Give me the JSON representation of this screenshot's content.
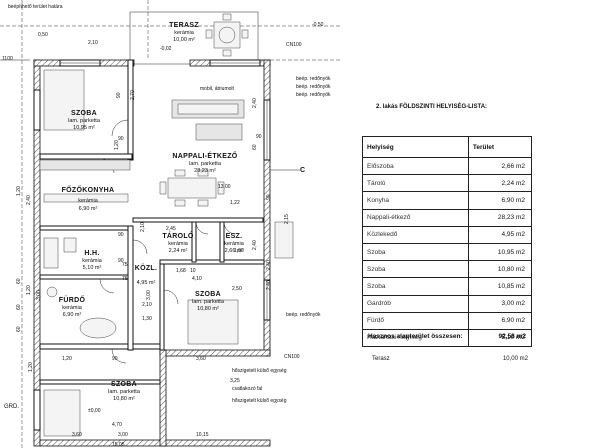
{
  "plan": {
    "rooms": [
      {
        "name": "SZOBA",
        "floor": "lam. parketta",
        "area": "10,95 m²"
      },
      {
        "name": "FŐZŐKONYHA",
        "floor": "kerámia",
        "area": "6,90 m²"
      },
      {
        "name": "H.H.",
        "floor": "kerámia",
        "area": "5,10 m²"
      },
      {
        "name": "FÜRDŐ",
        "floor": "kerámia",
        "area": "6,90 m²"
      },
      {
        "name": "SZOBA",
        "floor": "lam. parketta",
        "area": "10,80 m²"
      },
      {
        "name": "NAPPALI-ÉTKEZŐ",
        "floor": "lam. parketta",
        "area": "28,23 m²"
      },
      {
        "name": "TÁROLÓ",
        "floor": "kerámia",
        "area": "2,24 m²"
      },
      {
        "name": "ESZ.",
        "floor": "kerámia",
        "area": "2,66 m²"
      },
      {
        "name": "KÖZL.",
        "floor": "",
        "area": "4,95 m²"
      },
      {
        "name": "SZOBA",
        "floor": "lam. parketta",
        "area": "10,80 m²"
      },
      {
        "name": "TERASZ",
        "floor": "kerámia",
        "area": "10,00 m²"
      }
    ],
    "labels": {
      "border": "beépíthető terület határa",
      "mv": "mobil, átriumolt",
      "bep1": "beép. redőnyök",
      "bep2": "beép. redőnyök",
      "bep3": "beép. redőnyök",
      "bep4": "beép. redőnyök",
      "csatl1": "csatlakozó fal",
      "cn1": "CN100",
      "cn2": "CN100",
      "kulso1": "hőszigetelt külső egység",
      "kulso2": "hőszigetelt külső egység",
      "grd": "GRD.",
      "h000": "±0,00",
      "c": "C",
      "m050": "-0,50",
      "m002": "-0,02",
      "p050": "0,50",
      "n1100": "1100"
    },
    "dims": [
      "2,10",
      "90",
      "2,70",
      "90",
      "1,20",
      "2,40",
      "90",
      "60",
      "1,20",
      "2,40",
      "90",
      "2,40",
      "60",
      "1,20",
      "2,40",
      "1,20",
      "90",
      "1,20",
      "3,00",
      "3,60",
      "4,70",
      "3,60",
      "3,25",
      "10,15",
      "15,05",
      "1,22",
      "13,00",
      "2,15",
      "2,10",
      "2,40",
      "1,68",
      "10",
      "75",
      "75",
      "2,50",
      "4,10",
      "1,00",
      "2,45",
      "3,00",
      "3,00",
      "60",
      "60",
      "90",
      "90",
      "2,10",
      "1,30"
    ]
  },
  "list": {
    "title": "2. lakás FÖLDSZINTI HELYISÉG-LISTA:",
    "col_room": "Helyiség",
    "col_area": "Terület",
    "rows": [
      {
        "name": "Előszoba",
        "area": "2,66 m2"
      },
      {
        "name": "Tároló",
        "area": "2,24 m2"
      },
      {
        "name": "Konyha",
        "area": "6,90 m2"
      },
      {
        "name": "Nappali-étkező",
        "area": "28,23 m2"
      },
      {
        "name": "Közlekedő",
        "area": "4,95 m2"
      },
      {
        "name": "Szoba",
        "area": "10,95 m2"
      },
      {
        "name": "Szoba",
        "area": "10,80 m2"
      },
      {
        "name": "Szoba",
        "area": "10,85 m2"
      },
      {
        "name": "Gardrób",
        "area": "3,00 m2"
      },
      {
        "name": "Fürdő",
        "area": "6,90 m2"
      },
      {
        "name": "Háztartási helyiség",
        "area": "5,10 m2"
      }
    ],
    "total_label": "Hasznos alapterület összesen:",
    "total_value": "92,58 m2",
    "terrace_label": "Terasz",
    "terrace_value": "10,00 m2"
  }
}
